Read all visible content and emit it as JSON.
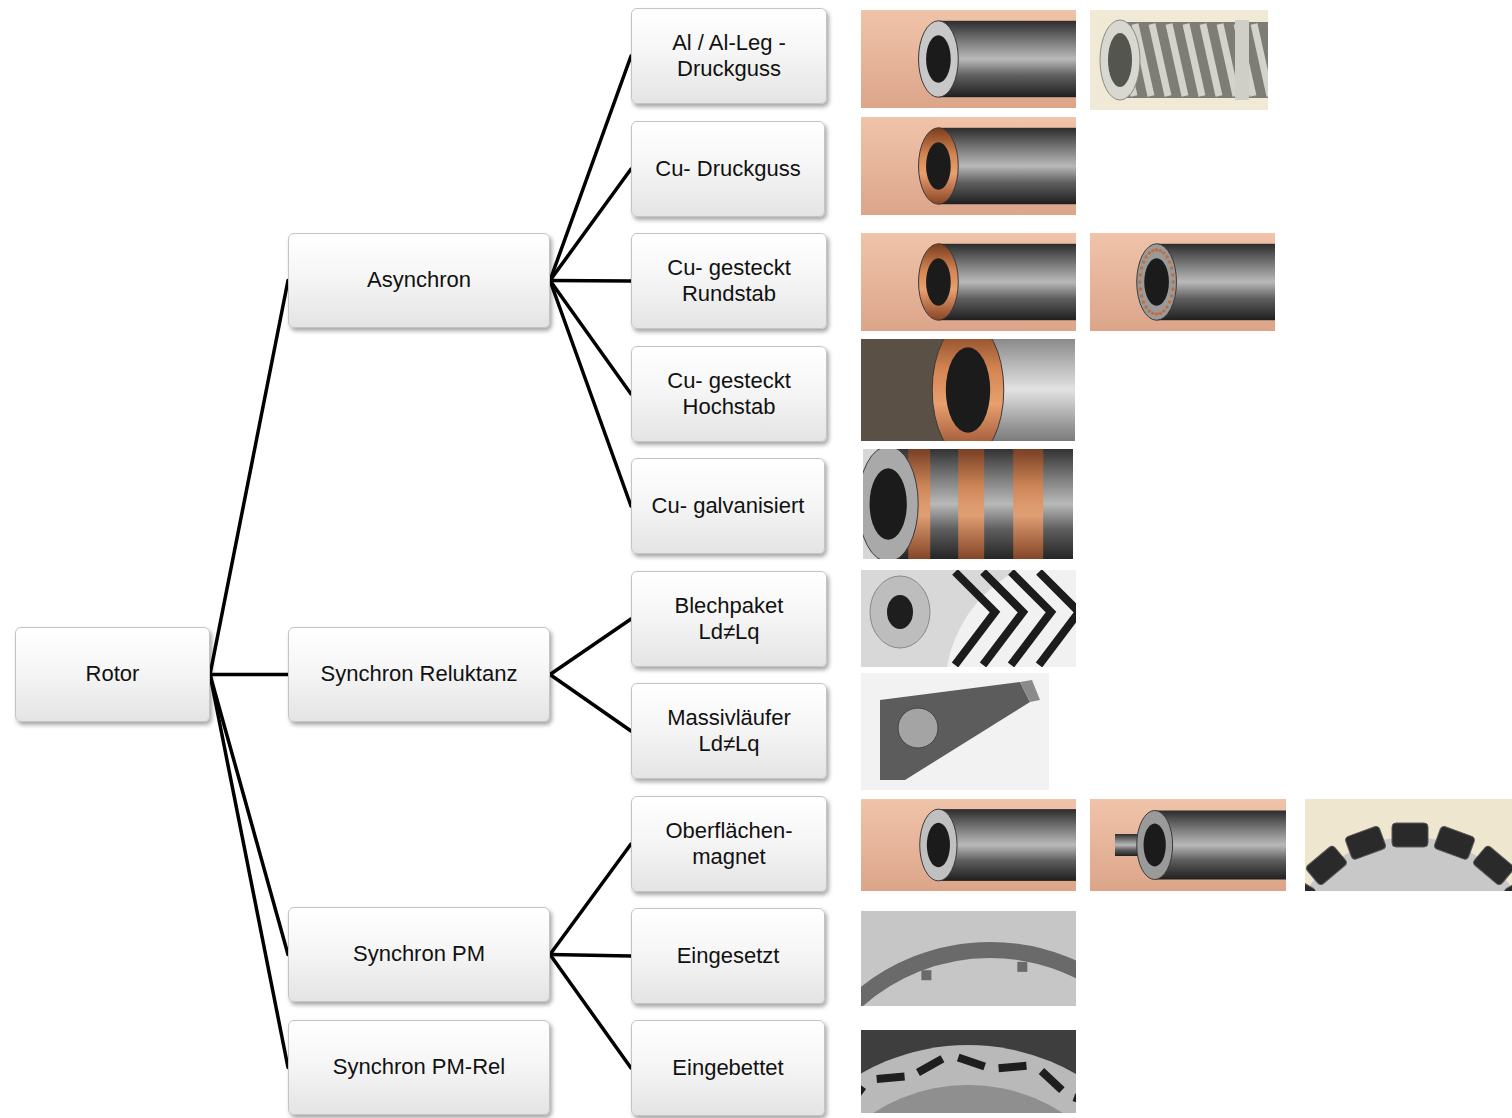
{
  "diagram": {
    "nodes": [
      {
        "text": [
          "Rotor"
        ]
      },
      {
        "text": [
          "Asynchron"
        ]
      },
      {
        "text": [
          "Synchron Reluktanz"
        ]
      },
      {
        "text": [
          "Synchron PM"
        ]
      },
      {
        "text": [
          "Synchron  PM-Rel"
        ]
      },
      {
        "text": [
          "Al / Al-Leg - Druckguss"
        ]
      },
      {
        "text": [
          "Cu- Druckguss"
        ]
      },
      {
        "text": [
          "Cu- gesteckt Rundstab"
        ]
      },
      {
        "text": [
          "Cu- gesteckt Hochstab"
        ]
      },
      {
        "text": [
          "Cu- galvanisiert"
        ]
      },
      {
        "text": [
          "Blechpaket Ld≠Lq"
        ]
      },
      {
        "text": [
          "Massivläufer Ld≠Lq"
        ]
      },
      {
        "text": [
          "Oberflächen- magnet"
        ]
      },
      {
        "text": [
          "Eingesetzt"
        ]
      },
      {
        "text": [
          "Eingebettet"
        ]
      }
    ],
    "edges": [
      {
        "from": 0,
        "to": 1,
        "arrow": "none"
      },
      {
        "from": 0,
        "to": 2,
        "arrow": "none"
      },
      {
        "from": 0,
        "to": 3,
        "arrow": "none"
      },
      {
        "from": 0,
        "to": 4,
        "arrow": "none"
      },
      {
        "from": 1,
        "to": 5,
        "arrow": "none"
      },
      {
        "from": 1,
        "to": 6,
        "arrow": "none"
      },
      {
        "from": 1,
        "to": 7,
        "arrow": "none"
      },
      {
        "from": 1,
        "to": 8,
        "arrow": "none"
      },
      {
        "from": 1,
        "to": 9,
        "arrow": "none"
      },
      {
        "from": 2,
        "to": 10,
        "arrow": "none"
      },
      {
        "from": 2,
        "to": 11,
        "arrow": "none"
      },
      {
        "from": 3,
        "to": 12,
        "arrow": "none"
      },
      {
        "from": 3,
        "to": 13,
        "arrow": "none"
      },
      {
        "from": 3,
        "to": 14,
        "arrow": "none"
      }
    ]
  }
}
